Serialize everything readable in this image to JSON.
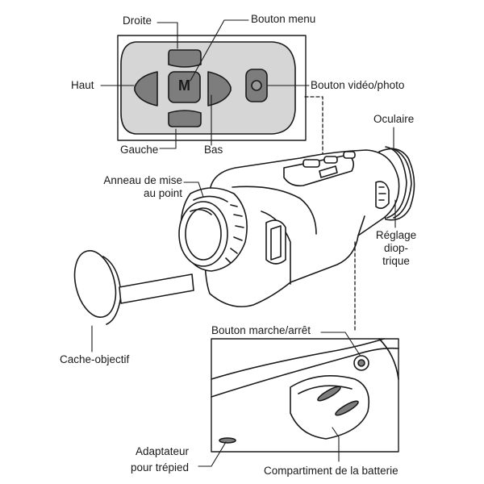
{
  "labels": {
    "droite": "Droite",
    "bouton_menu": "Bouton menu",
    "haut": "Haut",
    "bouton_video_photo": "Bouton vidéo/photo",
    "gauche": "Gauche",
    "bas": "Bas",
    "oculaire": "Oculaire",
    "anneau_line1": "Anneau de mise",
    "anneau_line2": "au point",
    "reglage_line1": "Réglage",
    "reglage_line2": "diop-",
    "reglage_line3": "trique",
    "bouton_marche_arret": "Bouton marche/arrêt",
    "cache_objectif": "Cache-objectif",
    "adaptateur_line1": "Adaptateur",
    "adaptateur_line2": "pour trépied",
    "compartiment_batterie": "Compartiment de la batterie"
  },
  "menu_key_letter": "M",
  "colors": {
    "line": "#1a1a1a",
    "panel_fill": "#d6d6d6",
    "button_fill": "#7d7d7d",
    "body_fill": "#ffffff"
  }
}
